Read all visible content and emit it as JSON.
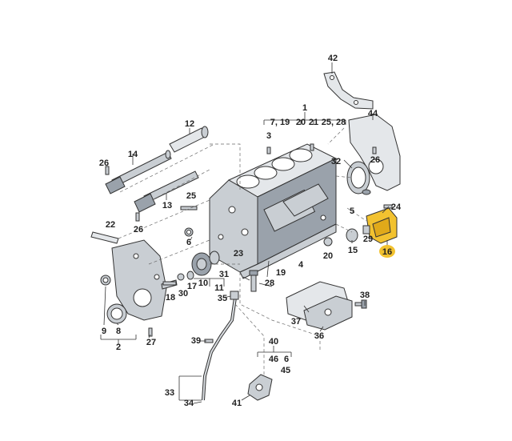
{
  "diagram": {
    "labels": {
      "p1": "1",
      "p3": "3",
      "p4": "4",
      "p5": "5",
      "p6": "6",
      "p7_19": "7, 19",
      "p8": "8",
      "p9": "9",
      "p10": "10",
      "p11": "11",
      "p12": "12",
      "p13": "13",
      "p14": "14",
      "p15": "15",
      "p16": "16",
      "p17": "17",
      "p18": "18",
      "p19": "19",
      "p20a": "20",
      "p20b": "20",
      "p21": "21",
      "p22": "22",
      "p23": "23",
      "p24": "24",
      "p25": "25",
      "p25_28": "25, 28",
      "p26a": "26",
      "p26b": "26",
      "p26c": "26",
      "p27": "27",
      "p28": "28",
      "p29": "29",
      "p30": "30",
      "p31": "31",
      "p32": "32",
      "p33": "33",
      "p34": "34",
      "p35": "35",
      "p36": "36",
      "p37": "37",
      "p38": "38",
      "p39": "39",
      "p40": "40",
      "p41": "41",
      "p42": "42",
      "p44": "44",
      "p45": "45",
      "p46": "46",
      "p2": "2"
    },
    "highlight_color": "#f2c230",
    "highlighted_part": "16"
  }
}
